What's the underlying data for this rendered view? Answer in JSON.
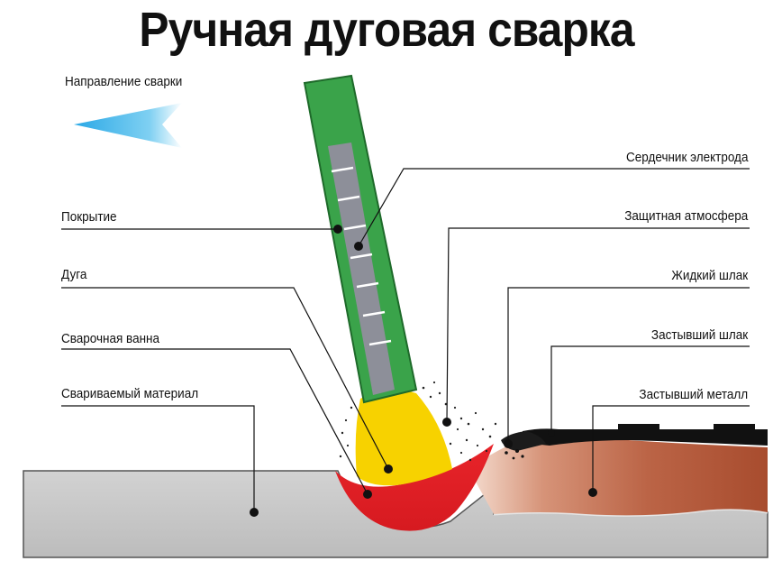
{
  "title": "Ручная дуговая сварка",
  "direction_label": "Направление сварки",
  "labels": {
    "coating": "Покрытие",
    "arc": "Дуга",
    "weld_pool": "Сварочная ванна",
    "base_material": "Свариваемый материал",
    "electrode_core": "Сердечник электрода",
    "shielding_atmosphere": "Защитная атмосфера",
    "liquid_slag": "Жидкий шлак",
    "solidified_slag": "Застывший шлак",
    "solidified_metal": "Застывший металл"
  },
  "colors": {
    "coating": "#3aa34a",
    "core": "#8d8f99",
    "arc": "#f7d200",
    "weld_pool": "#e01e25",
    "base_material": "#c8c8c8",
    "solidified_metal": "#b5583a",
    "slag": "#111111",
    "arrow": "#3ab0e8"
  }
}
